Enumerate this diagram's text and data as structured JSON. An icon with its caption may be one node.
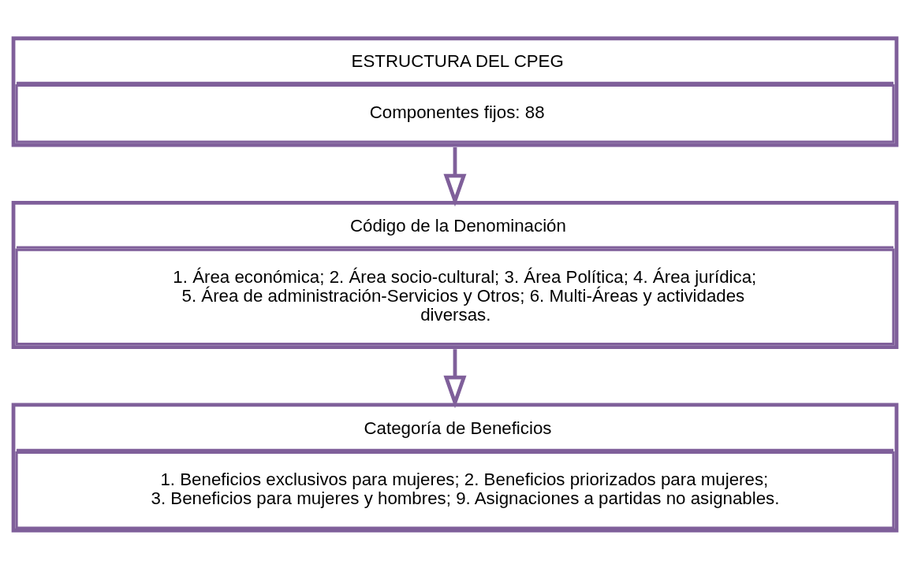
{
  "diagram": {
    "nodes": [
      {
        "text": [
          "ESTRUCTURA DEL CPEG",
          "Componentes fijos: 88"
        ]
      },
      {
        "text": [
          "Código de la Denominación",
          "1. Área económica; 2. Área socio-cultural; 3. Área Política; 4. Área jurídica; 5. Área de administración-Servicios y Otros; 6. Multi-Áreas y actividades diversas."
        ]
      },
      {
        "text": [
          "Categoría de Beneficios",
          "1. Beneficios exclusivos para mujeres; 2. Beneficios priorizados para mujeres; 3. Beneficios para mujeres y hombres; 9. Asignaciones a partidas no asignables."
        ]
      }
    ],
    "edges": [
      {
        "from": 0,
        "to": 1,
        "arrow": "to"
      },
      {
        "from": 1,
        "to": 2,
        "arrow": "to"
      }
    ]
  }
}
